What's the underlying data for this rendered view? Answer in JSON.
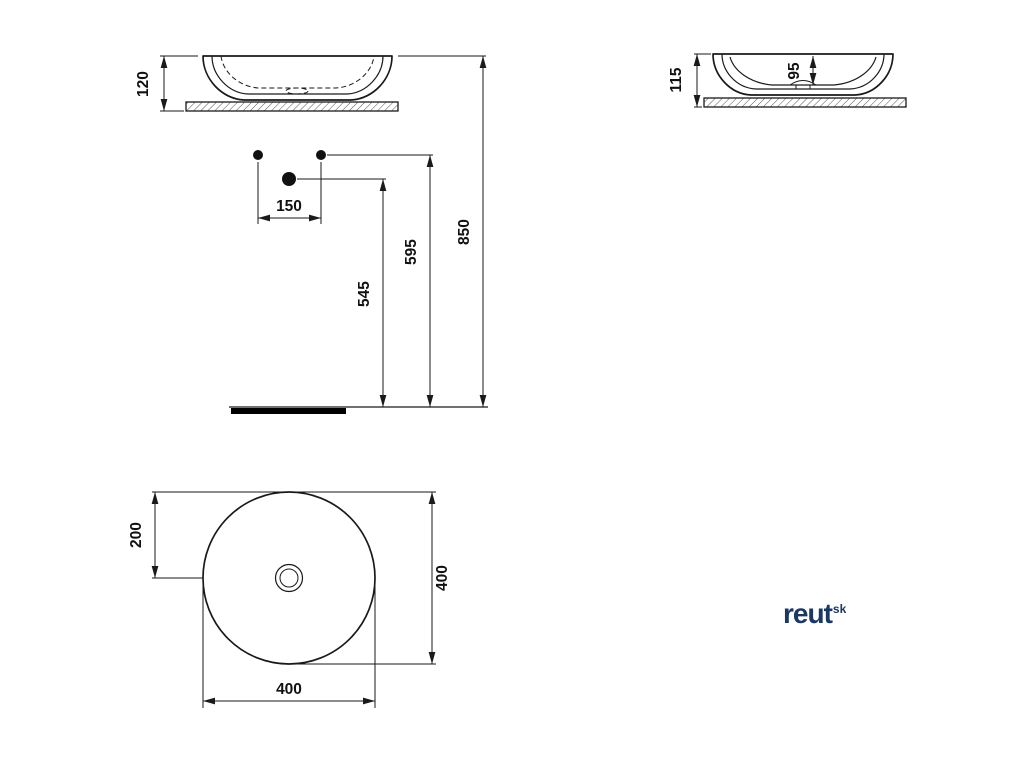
{
  "page": {
    "background": "#ffffff"
  },
  "drawing": {
    "subject": "round countertop washbasin technical dimension drawing"
  },
  "dims": {
    "front_height": "120",
    "side_height": "115",
    "side_inner_depth": "95",
    "hole_spacing": "150",
    "drain_height": "545",
    "hole_height": "595",
    "rim_height": "850",
    "plan_center_offset": "200",
    "plan_diameter_v": "400",
    "plan_diameter_h": "400"
  },
  "logo": {
    "main": "reut",
    "sup": "sk"
  },
  "colors": {
    "line": "#1a1a1a",
    "logo": "#1b3864",
    "background": "#ffffff"
  }
}
